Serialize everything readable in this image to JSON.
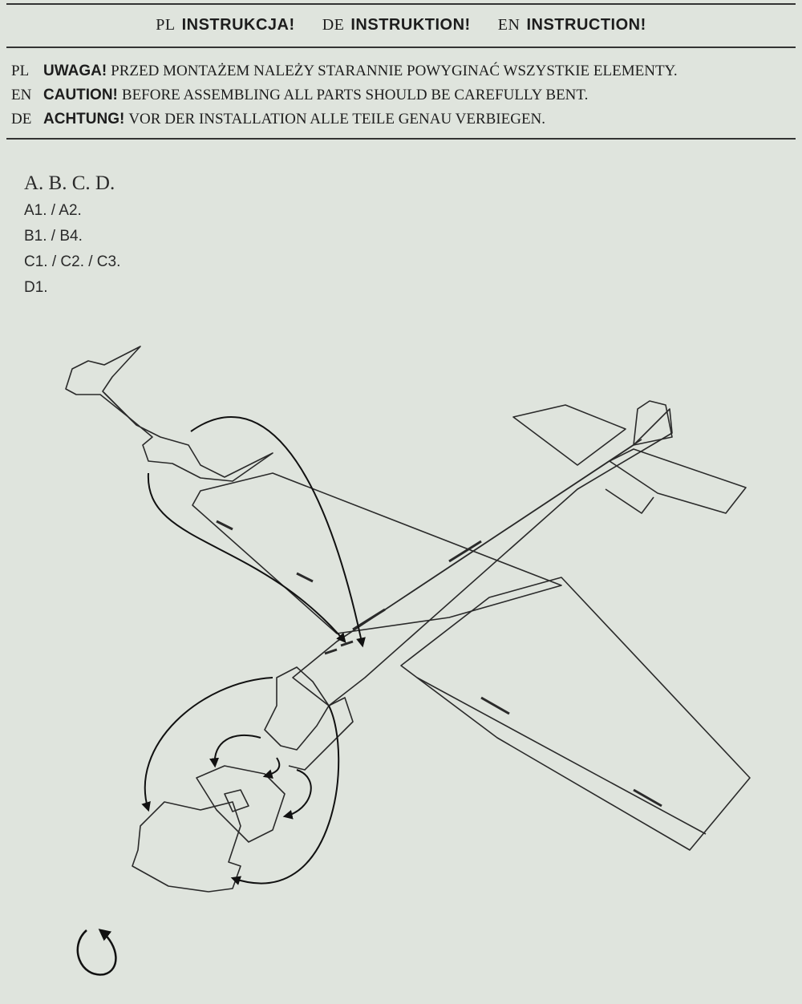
{
  "header": {
    "items": [
      {
        "code": "PL",
        "label": "INSTRUKCJA!"
      },
      {
        "code": "DE",
        "label": "INSTRUKTION!"
      },
      {
        "code": "EN",
        "label": "INSTRUCTION!"
      }
    ]
  },
  "warnings": [
    {
      "code": "PL",
      "label": "UWAGA!",
      "text": "PRZED MONTAŻEM NALEŻY STARANNIE POWYGINAĆ WSZYSTKIE ELEMENTY."
    },
    {
      "code": "EN",
      "label": "CAUTION!",
      "text": "BEFORE ASSEMBLING ALL PARTS SHOULD BE CAREFULLY BENT."
    },
    {
      "code": "DE",
      "label": "ACHTUNG!",
      "text": "VOR DER INSTALLATION ALLE TEILE GENAU VERBIEGEN."
    }
  ],
  "parts": {
    "heading": "A. B. C. D.",
    "rows": [
      "A1. / A2.",
      "B1. / B4.",
      "C1. / C2. / C3.",
      "D1."
    ]
  },
  "colors": {
    "paper": "#dfe4dd",
    "ink": "#1d1d1d"
  }
}
